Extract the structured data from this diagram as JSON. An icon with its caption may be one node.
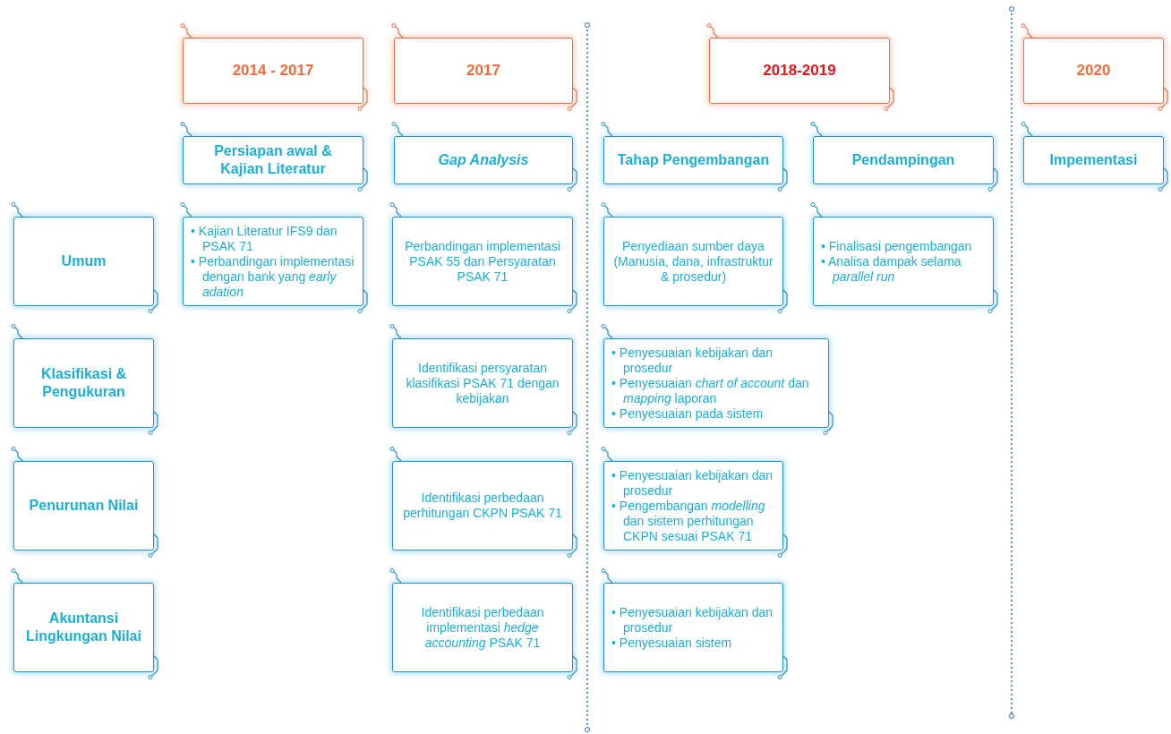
{
  "diagram": {
    "nodes": [
      {
        "text": [
          "2014 - 2017"
        ]
      },
      {
        "text": [
          "2017"
        ]
      },
      {
        "text": [
          "2018-2019"
        ]
      },
      {
        "text": [
          "2020"
        ]
      },
      {
        "text": [
          "Persiapan awal & Kajian Literatur"
        ]
      },
      {
        "text": [
          "Gap Analysis"
        ]
      },
      {
        "text": [
          "Tahap Pengembangan"
        ]
      },
      {
        "text": [
          "Pendampingan"
        ]
      },
      {
        "text": [
          "Impementasi"
        ]
      },
      {
        "text": [
          "Umum"
        ]
      },
      {
        "text": [
          "• Kajian Literatur IFS9 dan PSAK 71",
          "• Perbandingan implementasi dengan bank yang *early adation*"
        ]
      },
      {
        "text": [
          "Perbandingan implementasi PSAK 55 dan Persyaratan PSAK 71"
        ]
      },
      {
        "text": [
          "Penyediaan sumber daya (Manusia, dana, infrastruktur & prosedur)"
        ]
      },
      {
        "text": [
          "• Finalisasi pengembangan",
          "• Analisa dampak selama *parallel run*"
        ]
      },
      {
        "text": [
          "Klasifikasi & Pengukuran"
        ]
      },
      {
        "text": [
          "Identifikasi persyaratan klasifikasi PSAK 71 dengan kebijakan"
        ]
      },
      {
        "text": [
          "• Penyesuaian kebijakan dan prosedur",
          "• Penyesuaian *chart of account* dan *mapping* laporan",
          "• Penyesuaian pada sistem"
        ]
      },
      {
        "text": [
          "Penurunan Nilai"
        ]
      },
      {
        "text": [
          "Identifikasi perbedaan perhitungan CKPN PSAK 71"
        ]
      },
      {
        "text": [
          "• Penyesuaian kebijakan dan prosedur",
          "• Pengembangan *modelling* dan sistem perhitungan CKPN sesuai PSAK 71"
        ]
      },
      {
        "text": [
          "Akuntansi Lingkungan Nilai"
        ]
      },
      {
        "text": [
          "Identifikasi perbedaan implementasi *hedge accounting* PSAK 71"
        ]
      },
      {
        "text": [
          "• Penyesuaian kebijakan dan prosedur",
          "• Penyesuaian sistem"
        ]
      }
    ],
    "edges": []
  }
}
